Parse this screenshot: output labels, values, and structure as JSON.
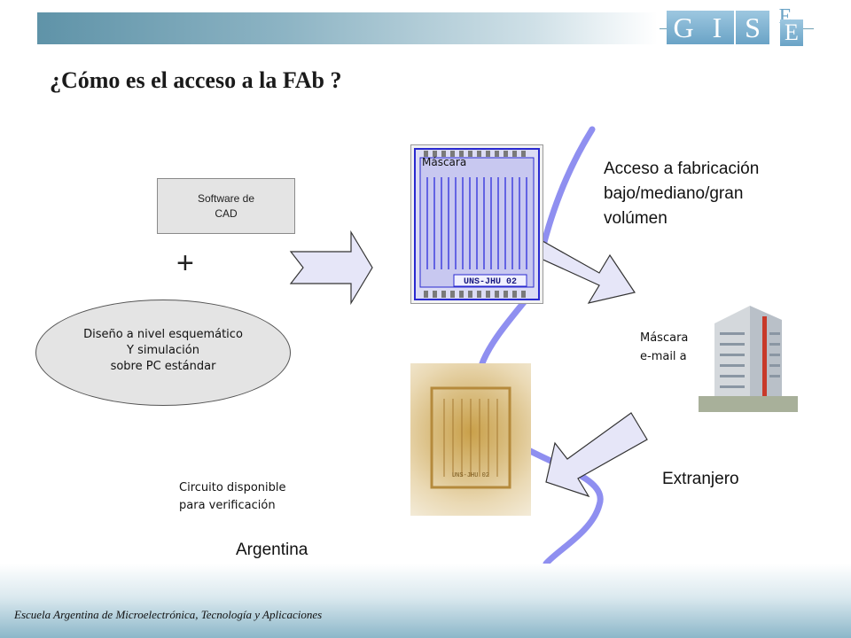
{
  "header": {
    "title": "¿Cómo es el acceso a la FAb ?",
    "logo_letters": [
      "G",
      "I",
      "S",
      "E",
      "E"
    ],
    "band_color": "#6f9fb3"
  },
  "diagram": {
    "cad_box_label_line1": "Software de",
    "cad_box_label_line2": "CAD",
    "plus_symbol": "+",
    "schematic_line1": "Diseño a nivel esquemático",
    "schematic_line2": "Y simulación",
    "schematic_line3": "sobre PC estándar",
    "mask_label_top": "Máscara",
    "fab_access_line1": "Acceso a fabricación",
    "fab_access_line2": "bajo/mediano/gran",
    "fab_access_line3": "volúmen",
    "mask_label_right": "Máscara",
    "email_label": "e-mail a",
    "abroad_label": "Extranjero",
    "circuit_line1": "Circuito disponible",
    "circuit_line2": "para verificación",
    "argentina_label": "Argentina",
    "chip_marking_top": "UNS-JHU 02",
    "chip_marking_photo": "UNS-JHU 02",
    "border_curve_color": "#8f8ff0",
    "arrow_fill_color": "#e6e6f8"
  },
  "footer": {
    "text": "Escuela Argentina de Microelectrónica, Tecnología y Aplicaciones"
  }
}
